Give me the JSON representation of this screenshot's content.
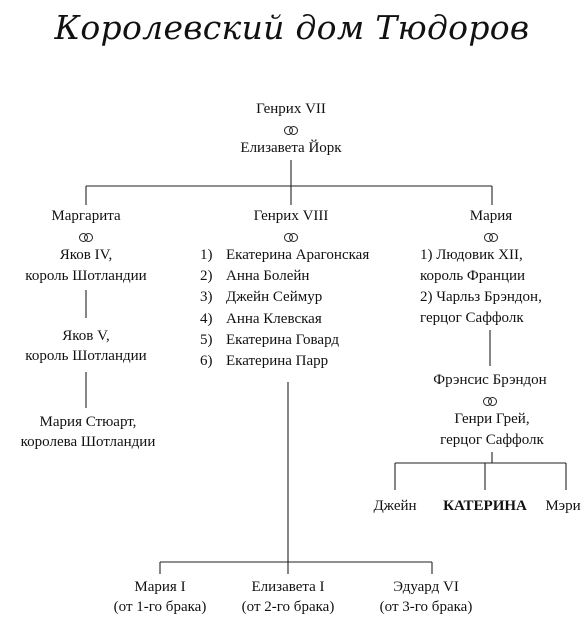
{
  "title": "Королевский дом Тюдоров",
  "root": {
    "husband": "Генрих VII",
    "wife": "Елизавета Йорк"
  },
  "margaret": {
    "name": "Маргарита",
    "spouse_line1": "Яков IV,",
    "spouse_line2": "король Шотландии",
    "child_line1": "Яков V,",
    "child_line2": "король Шотландии",
    "grandchild_line1": "Мария Стюарт,",
    "grandchild_line2": "королева Шотландии"
  },
  "henry": {
    "name": "Генрих VIII",
    "wives": [
      {
        "num": "1)",
        "name": "Екатерина Арагонская"
      },
      {
        "num": "2)",
        "name": "Анна Болейн"
      },
      {
        "num": "3)",
        "name": "Джейн Сеймур"
      },
      {
        "num": "4)",
        "name": "Анна Клевская"
      },
      {
        "num": "5)",
        "name": "Екатерина Говард"
      },
      {
        "num": "6)",
        "name": "Екатерина Парр"
      }
    ],
    "children": [
      {
        "name": "Мария I",
        "note": "(от 1-го брака)"
      },
      {
        "name": "Елизавета I",
        "note": "(от 2-го брака)"
      },
      {
        "name": "Эдуард VI",
        "note": "(от 3-го брака)"
      }
    ]
  },
  "mary": {
    "name": "Мария",
    "spouse1_line1": "1) Людовик XII,",
    "spouse1_line2": "король Франции",
    "spouse2_line1": "2) Чарльз Брэндон,",
    "spouse2_line2": "герцог Саффолк",
    "child": "Фрэнсис Брэндон",
    "child_spouse_line1": "Генри Грей,",
    "child_spouse_line2": "герцог Саффолк",
    "grandchildren": [
      "Джейн",
      "КАТЕРИНА",
      "Мэри"
    ]
  }
}
